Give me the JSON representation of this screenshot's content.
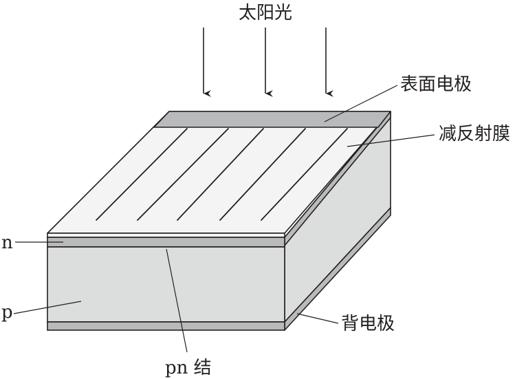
{
  "labels": {
    "sunlight": "太阳光",
    "surface_electrode": "表面电极",
    "antireflection_film": "减反射膜",
    "n_layer": "n",
    "p_layer": "p",
    "back_electrode": "背电极",
    "pn_junction": "pn 结"
  },
  "colors": {
    "stroke": "#231f20",
    "electrode": "#b9babb",
    "body": "#dcdddd",
    "top_surface": "#f4f4f4"
  }
}
